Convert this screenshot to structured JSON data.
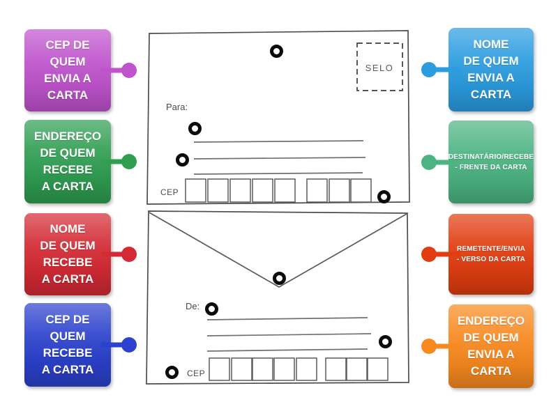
{
  "page": {
    "background": "#ffffff"
  },
  "left_labels": [
    {
      "text": "CEP DE\nQUEM\nENVIA A\nCARTA",
      "color": "#bf53cd"
    },
    {
      "text": "ENDEREÇO\nDE QUEM\nRECEBE\nA CARTA",
      "color": "#2f9e51"
    },
    {
      "text": "NOME\nDE QUEM\nRECEBE\nA CARTA",
      "color": "#d42a34"
    },
    {
      "text": "CEP DE\nQUEM\nRECEBE\nA CARTA",
      "color": "#2c41cd"
    }
  ],
  "right_labels": [
    {
      "text": "NOME\nDE QUEM\nENVIA A\nCARTA",
      "color": "#2b9ce0"
    },
    {
      "text": "DESTINATÁRIO/RECEBE\n- FRENTE DA CARTA",
      "color": "#4cb483"
    },
    {
      "text": "REMETENTE/ENVIA\n- VERSO DA CARTA",
      "color": "#e13d10"
    },
    {
      "text": "ENDEREÇO\nDE QUEM\nENVIA A\nCARTA",
      "color": "#f8891f"
    }
  ],
  "diagram": {
    "front_envelope": {
      "stamp_label": "SELO",
      "to_label": "Para:",
      "cep_label": "CEP"
    },
    "back_envelope": {
      "from_label": "De:",
      "cep_label": "CEP"
    }
  }
}
